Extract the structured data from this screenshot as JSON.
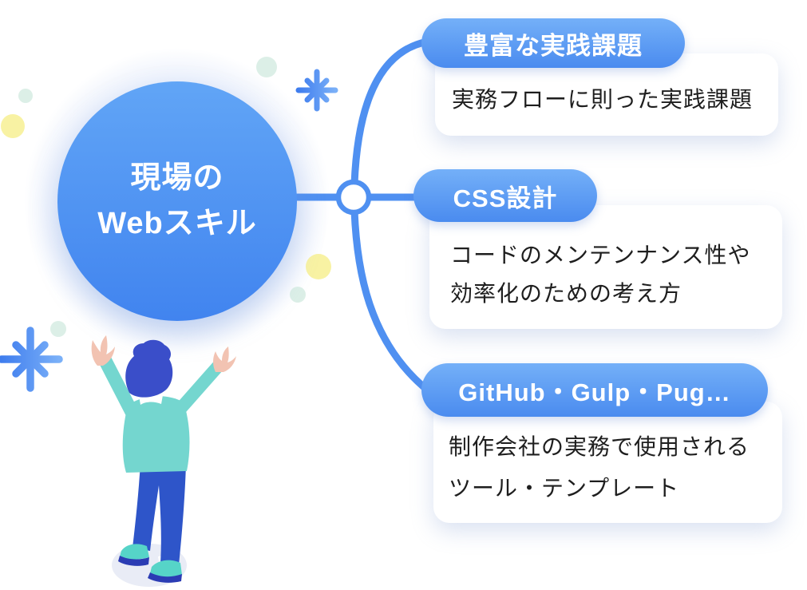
{
  "diagram": {
    "center": {
      "line1": "現場の",
      "line2": "Webスキル"
    },
    "branches": [
      {
        "title": "豊富な実践課題",
        "lines": [
          "実務フローに則った実践課題"
        ]
      },
      {
        "title": "CSS設計",
        "lines": [
          "コードのメンテンナンス性や",
          "効率化のための考え方"
        ]
      },
      {
        "title": "GitHub・Gulp・Pug…",
        "lines": [
          "制作会社の実務で使用される",
          "ツール・テンプレート"
        ]
      }
    ]
  },
  "decorations": [
    {
      "name": "sparkle-icon-small",
      "color": "#4C8EF0"
    },
    {
      "name": "sparkle-icon-large",
      "color": "#4C8EF0"
    },
    {
      "name": "dot-mint",
      "color": "#DCEFE7"
    },
    {
      "name": "dot-yellow",
      "color": "#F8F2A3"
    }
  ],
  "colors": {
    "accent_blue": "#4F90F1",
    "circle_top": "#61A5F6",
    "circle_bottom": "#4184EF",
    "pill_top": "#74B0F8",
    "pill_bottom": "#4A8BEF",
    "halo": "#EAF0FC",
    "card_bg": "#FFFFFF",
    "text_dark": "#1E1E1E",
    "text_white": "#FFFFFF",
    "dot_mint": "#DCEFE7",
    "dot_yellow": "#F8F2A3",
    "person_hair": "#3A4EC9",
    "person_skin": "#F2C3B2",
    "person_sweater": "#74D6CF",
    "person_pants": "#2E55C9",
    "person_shoe": "#56D4C8",
    "person_sole": "#2B3CB4",
    "person_shadow": "#E9ECF6"
  }
}
